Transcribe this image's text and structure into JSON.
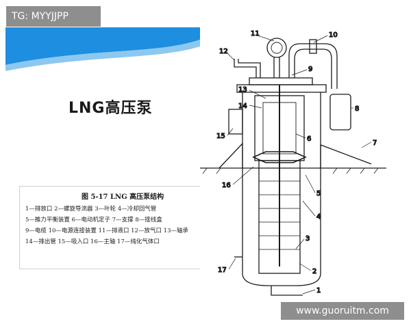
{
  "watermark_top": "TG: MYYJJPP",
  "watermark_bottom": "www.guoruitm.com",
  "title": "LNG高压泵",
  "caption": {
    "title": "图 5-17   LNG 高压泵结构",
    "lines": [
      "1—排放口  2—螺旋导流器  3—叶轮  4—冷却回气管",
      "5—推力平衡装置  6—电动机定子  7—支撑  8—接线盒",
      "9—电缆  10—电源连接装置  11—排液口  12—放气口  13—轴承",
      "14—排出管  15—吸入口  16—主轴  17—纯化气体口"
    ]
  },
  "labels": [
    "1",
    "2",
    "3",
    "4",
    "5",
    "6",
    "7",
    "8",
    "9",
    "10",
    "11",
    "12",
    "13",
    "14",
    "15",
    "16",
    "17"
  ],
  "colors": {
    "wave_blue": "#1e8ee0",
    "wave_light": "#8cc8f0",
    "line": "#1a1a1a"
  }
}
